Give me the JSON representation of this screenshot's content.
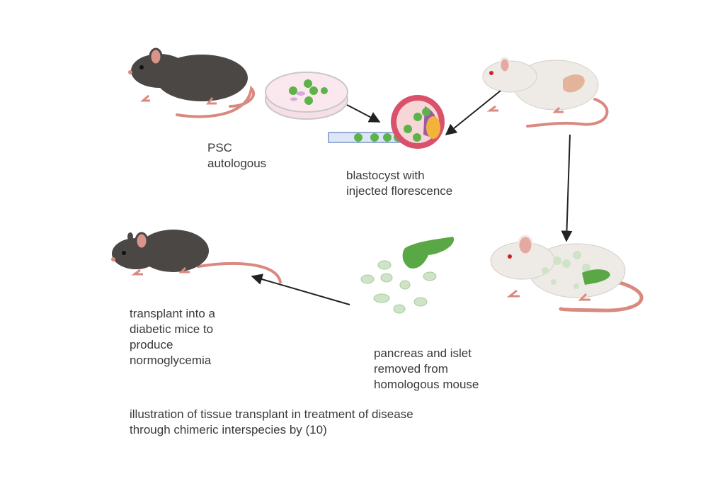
{
  "labels": {
    "psc": [
      "PSC",
      "autologous"
    ],
    "blastocyst": [
      "blastocyst with",
      "injected florescence"
    ],
    "transplant": [
      "transplant into a",
      "diabetic mice to",
      "produce",
      "normoglycemia"
    ],
    "pancreas": [
      "pancreas and islet",
      "removed from",
      "homologous mouse"
    ],
    "caption": [
      "illustration of tissue transplant in treatment of disease",
      "through chimeric interspecies by (10)"
    ]
  },
  "colors": {
    "dark_mouse": "#4a4745",
    "white_mouse": "#eeeae6",
    "tail": "#d98a80",
    "pancreas_host": "#e3b49a",
    "green_cells": "#5db34a",
    "pancreas_green": "#5aa845",
    "arrow": "#222222"
  },
  "icons": [
    "dark-mouse-icon",
    "petri-dish-icon",
    "blastocyst-icon",
    "white-mouse-icon",
    "chimeric-mouse-icon",
    "pancreas-islets-icon",
    "recipient-mouse-icon"
  ]
}
